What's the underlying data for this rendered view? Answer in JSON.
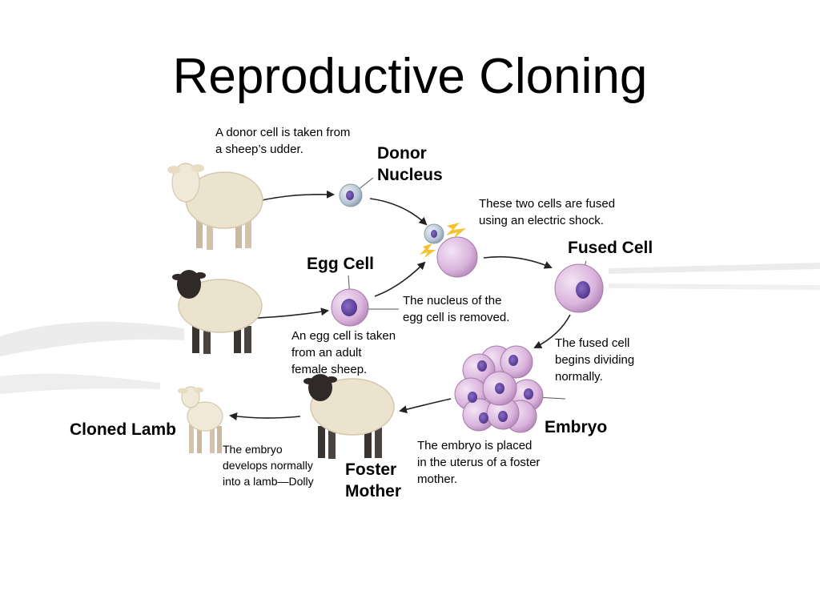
{
  "title": "Reproductive Cloning",
  "labels": {
    "donor_nucleus": [
      "Donor",
      "Nucleus"
    ],
    "egg_cell": "Egg Cell",
    "fused_cell": "Fused Cell",
    "embryo": "Embryo",
    "foster_mother": [
      "Foster",
      "Mother"
    ],
    "cloned_lamb": "Cloned Lamb"
  },
  "captions": {
    "donor": [
      "A donor cell is taken from",
      "a sheep’s udder."
    ],
    "fuse": [
      "These two cells are fused",
      "using an electric shock."
    ],
    "nucleus_removed": [
      "The nucleus of the",
      "egg cell is removed."
    ],
    "egg_taken": [
      "An egg cell is taken",
      "from an adult",
      "female sheep."
    ],
    "dividing": [
      "The fused cell",
      "begins dividing",
      "normally."
    ],
    "embryo_placed": [
      "The embryo is placed",
      "in the uterus of a foster",
      "mother."
    ],
    "develops": [
      "The embryo",
      "develops normally",
      "into a lamb—Dolly"
    ]
  },
  "colors": {
    "cell_purple": "#d9b3dc",
    "nucleus_purple": "#5b3d9a",
    "donor_cell_blue": "#b8c6d3",
    "wool": "#ece3cf",
    "spark": "#f2c230"
  }
}
